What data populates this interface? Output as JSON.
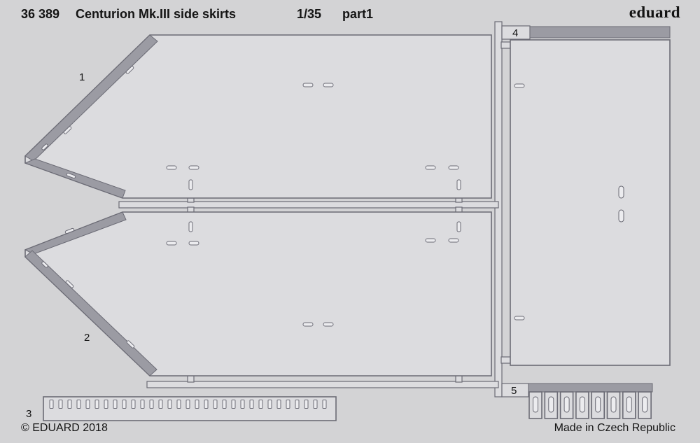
{
  "colors": {
    "background": "#d3d3d5",
    "part_fill": "#dcdcdf",
    "band_fill": "#9b9ba3",
    "outline": "#6b6b75",
    "hole_fill": "#ececef",
    "text": "#141414"
  },
  "header": {
    "catalog_number": "36 389",
    "title": "Centurion Mk.III side skirts",
    "scale": "1/35",
    "part": "part1",
    "brand": "eduard"
  },
  "parts": [
    {
      "number": "1"
    },
    {
      "number": "2"
    },
    {
      "number": "3"
    },
    {
      "number": "4"
    },
    {
      "number": "5"
    }
  ],
  "footer": {
    "copyright": "© EDUARD 2018",
    "origin": "Made in Czech Republic"
  }
}
